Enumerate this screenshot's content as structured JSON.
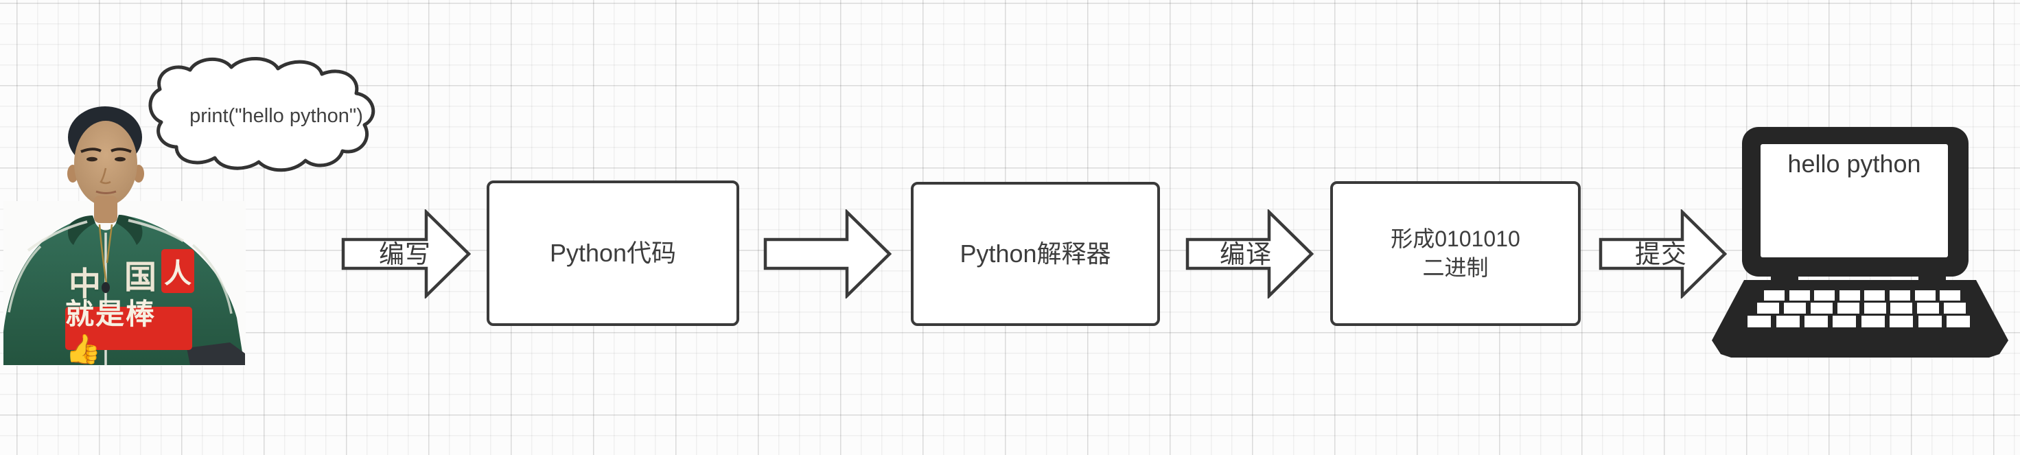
{
  "diagram_title": "python-execution-flow",
  "thought_cloud": {
    "text": "print(\"hello python\")"
  },
  "person": {
    "jacket_char_left": "中",
    "jacket_char_right": "国",
    "badge_char": "人",
    "banner_text": "就是棒👍"
  },
  "flow": {
    "arrows": [
      {
        "label": "编写"
      },
      {
        "label": ""
      },
      {
        "label": "编译"
      },
      {
        "label": "提交"
      }
    ],
    "boxes": {
      "code": {
        "label": "Python代码"
      },
      "interpreter": {
        "label": "Python解释器"
      },
      "binary": {
        "line1": "形成0101010",
        "line2": "二进制"
      }
    }
  },
  "laptop": {
    "screen_text": "hello python"
  },
  "colors": {
    "shape_stroke": "#3a3a3a",
    "shape_fill": "#ffffff",
    "text": "#3d3d3d",
    "badge_red": "#dd2a21",
    "jacket_green": "#2e614c",
    "laptop_dark": "#262626",
    "grid_line": "#e8e8e8"
  }
}
